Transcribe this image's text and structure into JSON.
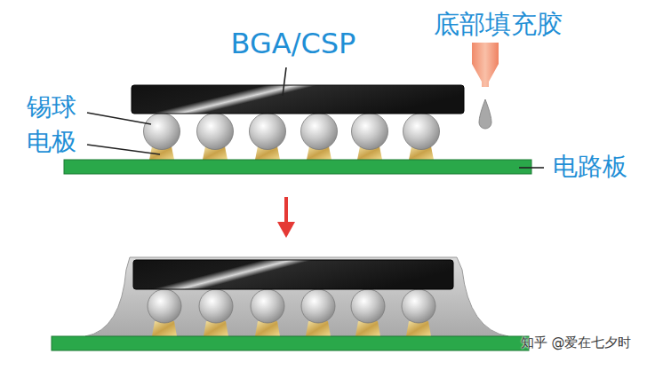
{
  "diagram": {
    "labels": [
      "BGA/CSP",
      "底部填充胶",
      "锡球",
      "电极",
      "电路板",
      "知乎 @爱在七夕时"
    ]
  }
}
